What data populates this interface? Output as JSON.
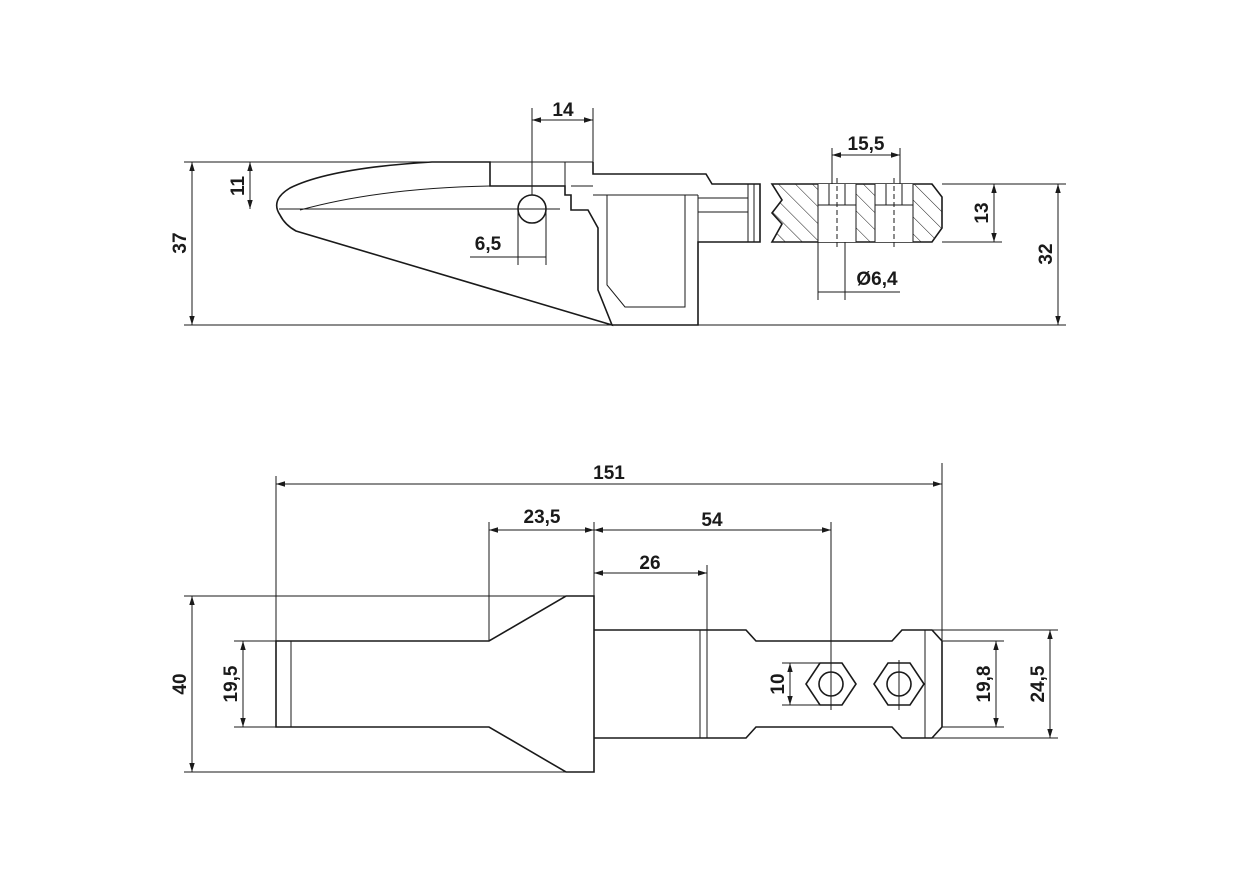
{
  "drawing": {
    "side_view": {
      "dimensions": {
        "d14": "14",
        "d11": "11",
        "d37": "37",
        "d6_5": "6,5",
        "d15_5": "15,5",
        "d13": "13",
        "d32": "32",
        "d_diam": "Ø6,4"
      }
    },
    "top_view": {
      "dimensions": {
        "d151": "151",
        "d23_5": "23,5",
        "d54": "54",
        "d26": "26",
        "d40": "40",
        "d19_5": "19,5",
        "d10": "10",
        "d19_8": "19,8",
        "d24_5": "24,5"
      }
    }
  }
}
